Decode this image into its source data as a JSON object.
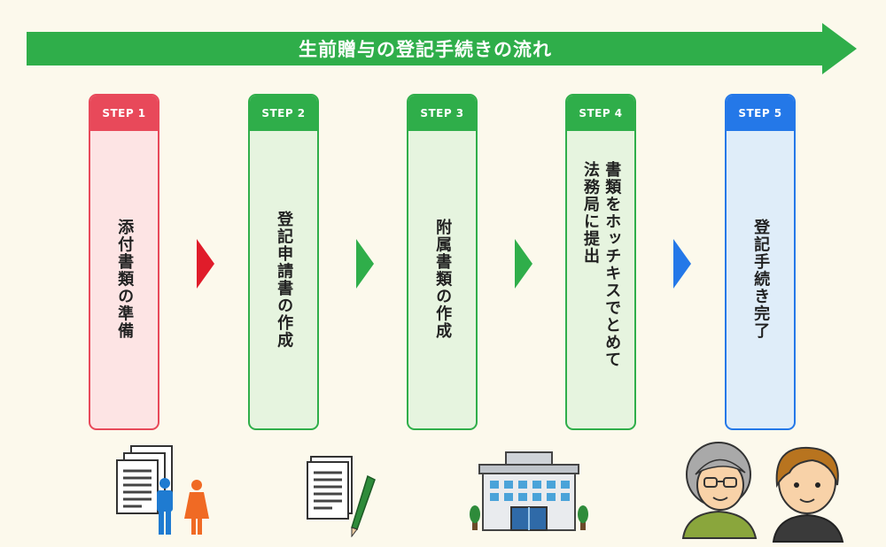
{
  "banner": {
    "title": "生前贈与の登記手続きの流れ"
  },
  "colors": {
    "banner": "#2fae4a",
    "red": "#e8495a",
    "red_soft": "#fde4e4",
    "red_arrow": "#e01c2a",
    "green": "#2fae4a",
    "green_soft": "#e6f4df",
    "blue": "#2478e8",
    "blue_soft": "#dfedf9"
  },
  "steps": [
    {
      "label": "STEP 1",
      "lines": [
        "添付書類の準備"
      ],
      "color": "red"
    },
    {
      "label": "STEP 2",
      "lines": [
        "登記申請書の作成"
      ],
      "color": "green"
    },
    {
      "label": "STEP 3",
      "lines": [
        "附属書類の作成"
      ],
      "color": "green"
    },
    {
      "label": "STEP 4",
      "lines": [
        "書類をホッチキスでとめて",
        "法務局に提出"
      ],
      "color": "green"
    },
    {
      "label": "STEP 5",
      "lines": [
        "登記手続き完了"
      ],
      "color": "blue"
    }
  ],
  "illustrations": [
    {
      "icon": "documents-and-couple-icon"
    },
    {
      "icon": "document-and-pen-icon"
    },
    {
      "icon": "legal-affairs-bureau-building-icon"
    },
    {
      "icon": "elderly-parent-and-child-icon"
    }
  ]
}
